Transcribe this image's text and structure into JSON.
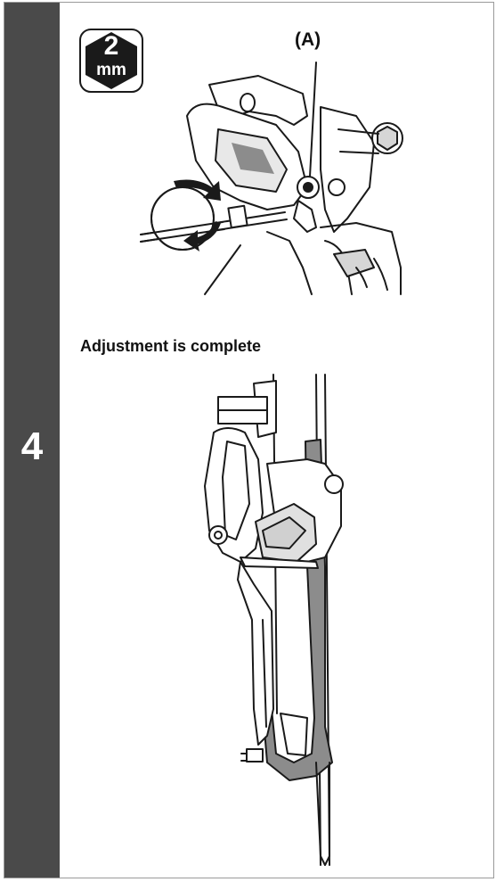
{
  "step": {
    "number": "4"
  },
  "tool": {
    "size": "2",
    "unit": "mm",
    "icon": "hex-wrench-badge-icon"
  },
  "callout": {
    "label": "(A)"
  },
  "caption": {
    "text": "Adjustment is complete"
  },
  "colors": {
    "sidebar": "#4a4a4a",
    "badge": "#1a1a1a",
    "shade": "#8c8c8c",
    "line": "#1a1a1a"
  }
}
